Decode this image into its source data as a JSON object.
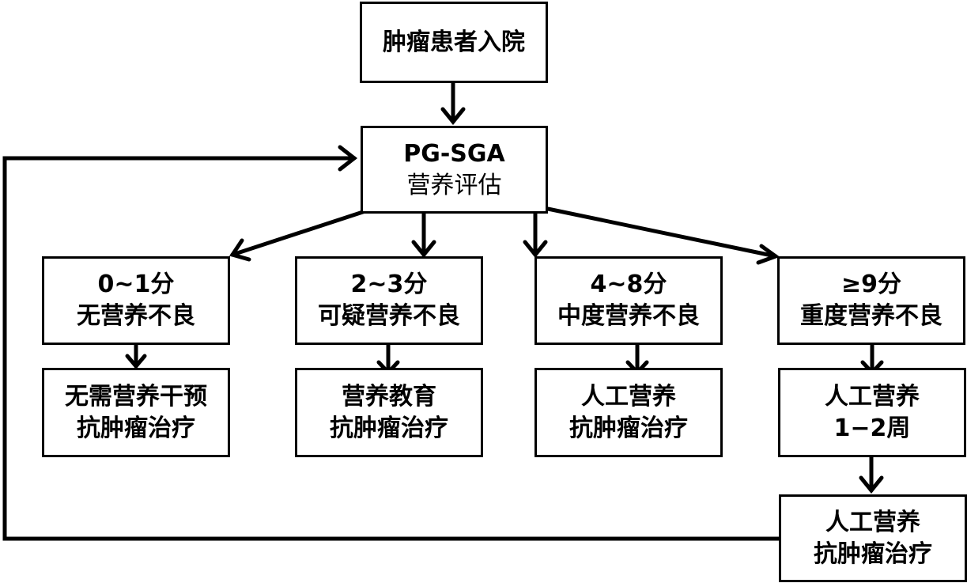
{
  "nodes": {
    "admission": {
      "lines": [
        "肿瘤患者入院"
      ]
    },
    "assessment": {
      "lines": [
        "PG-SGA",
        "营养评估"
      ]
    },
    "score_0_1": {
      "lines": [
        "0~1分",
        "无营养不良"
      ]
    },
    "score_2_3": {
      "lines": [
        "2~3分",
        "可疑营养不良"
      ]
    },
    "score_4_8": {
      "lines": [
        "4~8分",
        "中度营养不良"
      ]
    },
    "score_9": {
      "lines": [
        "≥9分",
        "重度营养不良"
      ]
    },
    "action_0_1": {
      "lines": [
        "无需营养干预",
        "抗肿瘤治疗"
      ]
    },
    "action_2_3": {
      "lines": [
        "营养教育",
        "抗肿瘤治疗"
      ]
    },
    "action_4_8": {
      "lines": [
        "人工营养",
        "抗肿瘤治疗"
      ]
    },
    "action_9_a": {
      "lines": [
        "人工营养",
        "1−2周"
      ]
    },
    "action_9_b": {
      "lines": [
        "人工营养",
        "抗肿瘤治疗"
      ]
    }
  },
  "colors": {
    "line": "#000000",
    "box_border": "#000000",
    "background": "#ffffff"
  }
}
